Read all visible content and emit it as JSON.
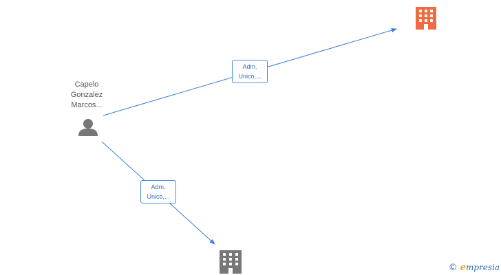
{
  "person": {
    "name_lines": [
      "Capelo",
      "Gonzalez",
      "Marcos..."
    ],
    "icon": "person-icon",
    "color": "#777777"
  },
  "companies": [
    {
      "icon": "building-icon",
      "color": "#f26a3f"
    },
    {
      "icon": "building-icon",
      "color": "#777777"
    }
  ],
  "relations": [
    {
      "label_lines": [
        "Adm.",
        "Unico,..."
      ],
      "target": 0
    },
    {
      "label_lines": [
        "Adm.",
        "Unico,..."
      ],
      "target": 1
    }
  ],
  "colors": {
    "edge": "#3a7fd5",
    "label_text": "#2f6fb8"
  },
  "watermark": {
    "copyright": "©",
    "brand_initial": "e",
    "brand_rest": "mpresia"
  }
}
